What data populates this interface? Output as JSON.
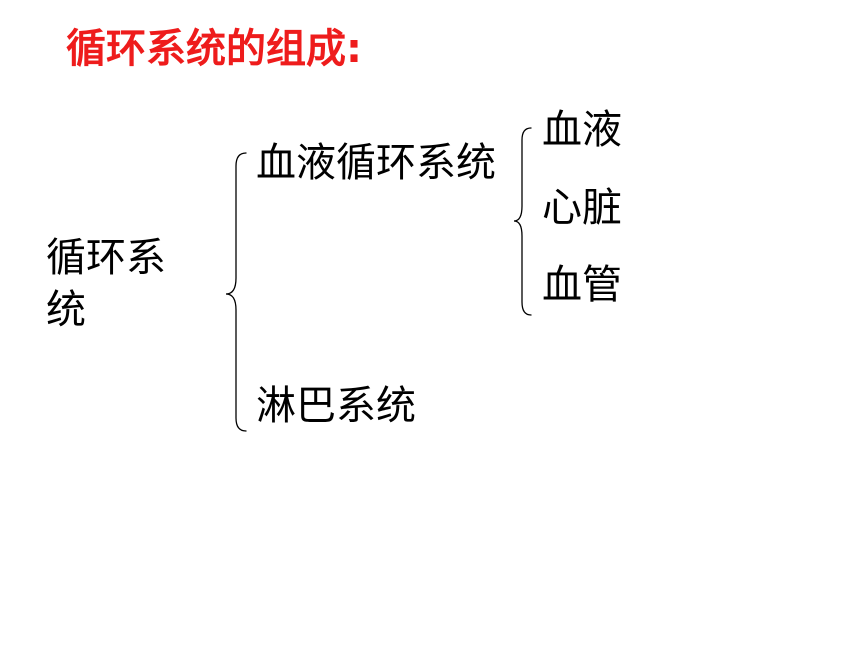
{
  "title": "循环系统的组成:",
  "colors": {
    "title": "#ee1c1c",
    "text": "#000000",
    "brace": "#000000",
    "background": "#ffffff"
  },
  "tree": {
    "root": "循环系统",
    "branches": [
      {
        "label": "血液循环系统",
        "children": [
          "血液",
          "心脏",
          "血管"
        ]
      },
      {
        "label": "淋巴系统",
        "children": []
      }
    ]
  }
}
